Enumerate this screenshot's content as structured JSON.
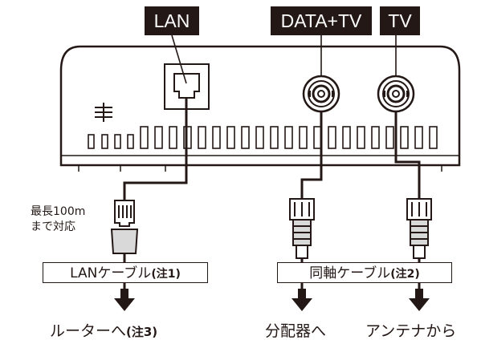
{
  "ports": {
    "lan": "LAN",
    "data_tv": "DATA+TV",
    "tv": "TV"
  },
  "length_note": {
    "line1": "最長100m",
    "line2": "まで対応"
  },
  "cables": {
    "lan": {
      "label": "LANケーブル",
      "note": "(注1)"
    },
    "coax": {
      "label": "同軸ケーブル",
      "note": "(注2)"
    }
  },
  "destinations": {
    "router": {
      "label": "ルーターへ",
      "note": "(注3)"
    },
    "splitter": {
      "label": "分配器へ"
    },
    "antenna": {
      "label": "アンテナから"
    }
  },
  "colors": {
    "ink": "#231815",
    "connector_gray": "#d9d9d9"
  }
}
